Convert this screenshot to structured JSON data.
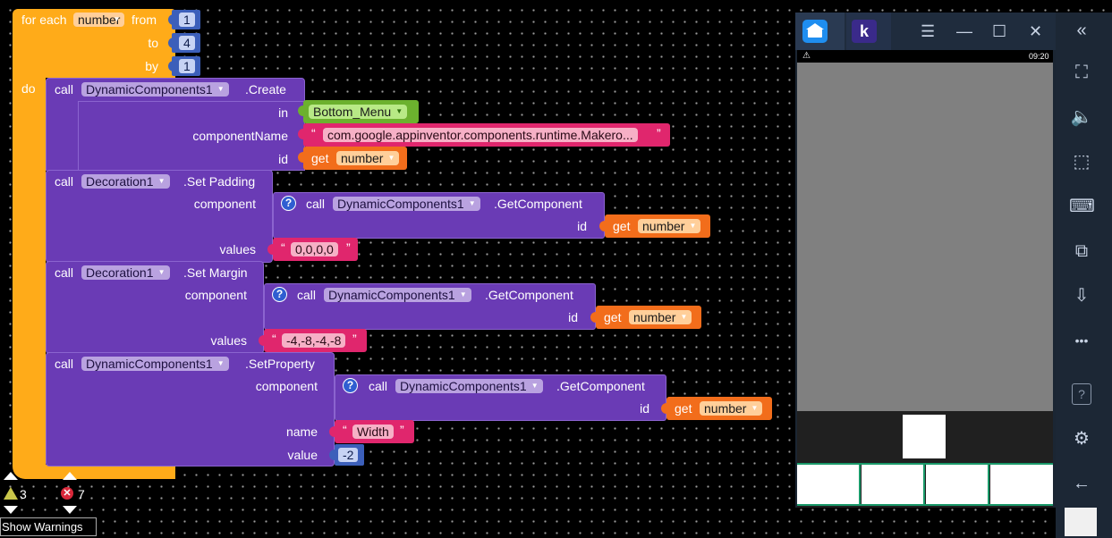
{
  "loop": {
    "for_each": "for each",
    "var": "number",
    "from_label": "from",
    "from": "1",
    "to_label": "to",
    "to": "4",
    "by_label": "by",
    "by": "1",
    "do_label": "do"
  },
  "blocks": {
    "call": "call",
    "get": "get",
    "create": {
      "component": "DynamicComponents1",
      "method": ".Create",
      "in_label": "in",
      "in_value": "Bottom_Menu",
      "name_label": "componentName",
      "name_value": "com.google.appinventor.components.runtime.Makero...",
      "id_label": "id"
    },
    "padding": {
      "component": "Decoration1",
      "method": ".Set Padding",
      "component_label": "component",
      "inner_component": "DynamicComponents1",
      "inner_method": ".GetComponent",
      "id_label": "id",
      "values_label": "values",
      "values": "0,0,0,0"
    },
    "margin": {
      "component": "Decoration1",
      "method": ".Set Margin",
      "component_label": "component",
      "inner_component": "DynamicComponents1",
      "inner_method": ".GetComponent",
      "id_label": "id",
      "values_label": "values",
      "values": "-4,-8,-4,-8"
    },
    "setprop": {
      "component": "DynamicComponents1",
      "method": ".SetProperty",
      "component_label": "component",
      "inner_component": "DynamicComponents1",
      "inner_method": ".GetComponent",
      "id_label": "id",
      "name_label": "name",
      "name_value": "Width",
      "value_label": "value",
      "value": "-2"
    }
  },
  "quote_open": "“",
  "quote_close": "”",
  "help_mark": "?",
  "warnings": {
    "count": "3",
    "errors": "7",
    "button": "Show Warnings"
  },
  "emulator": {
    "app_k": "k",
    "time": "09:20",
    "warn_glyph": "⚠"
  },
  "icons": {
    "home": "home-icon",
    "menu": "☰",
    "minimize": "—",
    "maximize": "☐",
    "close": "✕",
    "collapse": "«",
    "fullscreen": "⛶",
    "volume": "🔈",
    "select": "⬚",
    "keyboard": "⌨",
    "copy": "⧉",
    "apk": "⇩",
    "more": "•••",
    "help": "?",
    "settings": "⚙",
    "back": "←"
  },
  "colors": {
    "control": "#ffab19",
    "component": "#6a3bb5",
    "variable": "#f26d1b",
    "text": "#e0266d",
    "number": "#3c5fba",
    "logic_green": "#6cb12e"
  }
}
